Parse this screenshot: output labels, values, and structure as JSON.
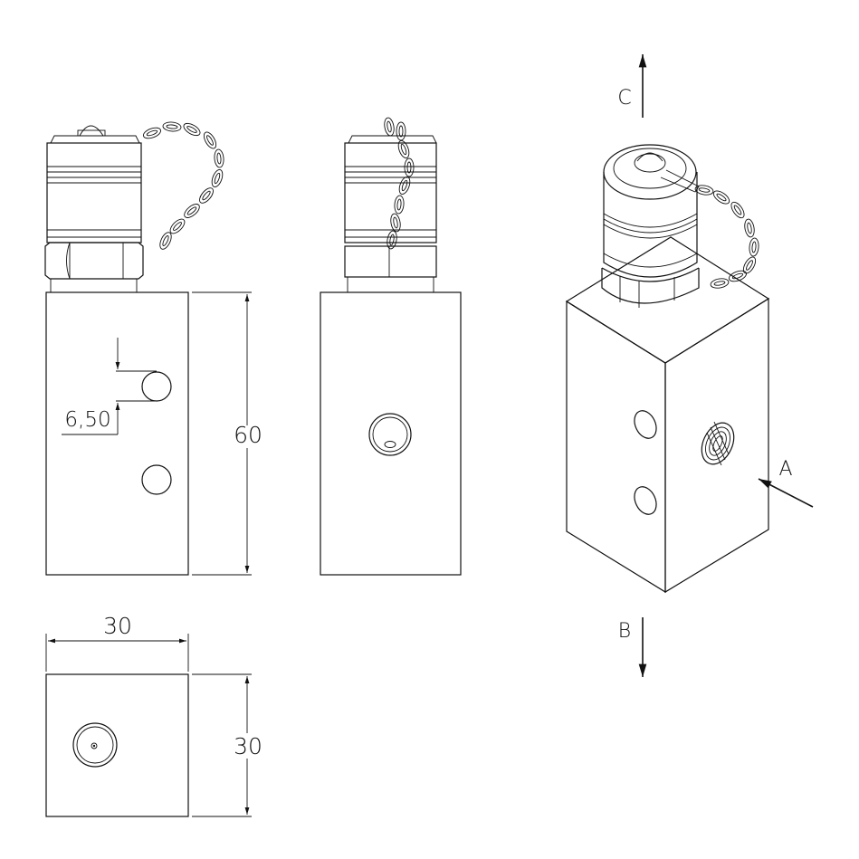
{
  "dimensions": {
    "height_label": "60",
    "width_label": "30",
    "depth_label": "30",
    "hole_spacing_label": "6,50"
  },
  "flow_labels": {
    "inlet": "A",
    "outlet_down": "B",
    "outlet_up": "C"
  }
}
